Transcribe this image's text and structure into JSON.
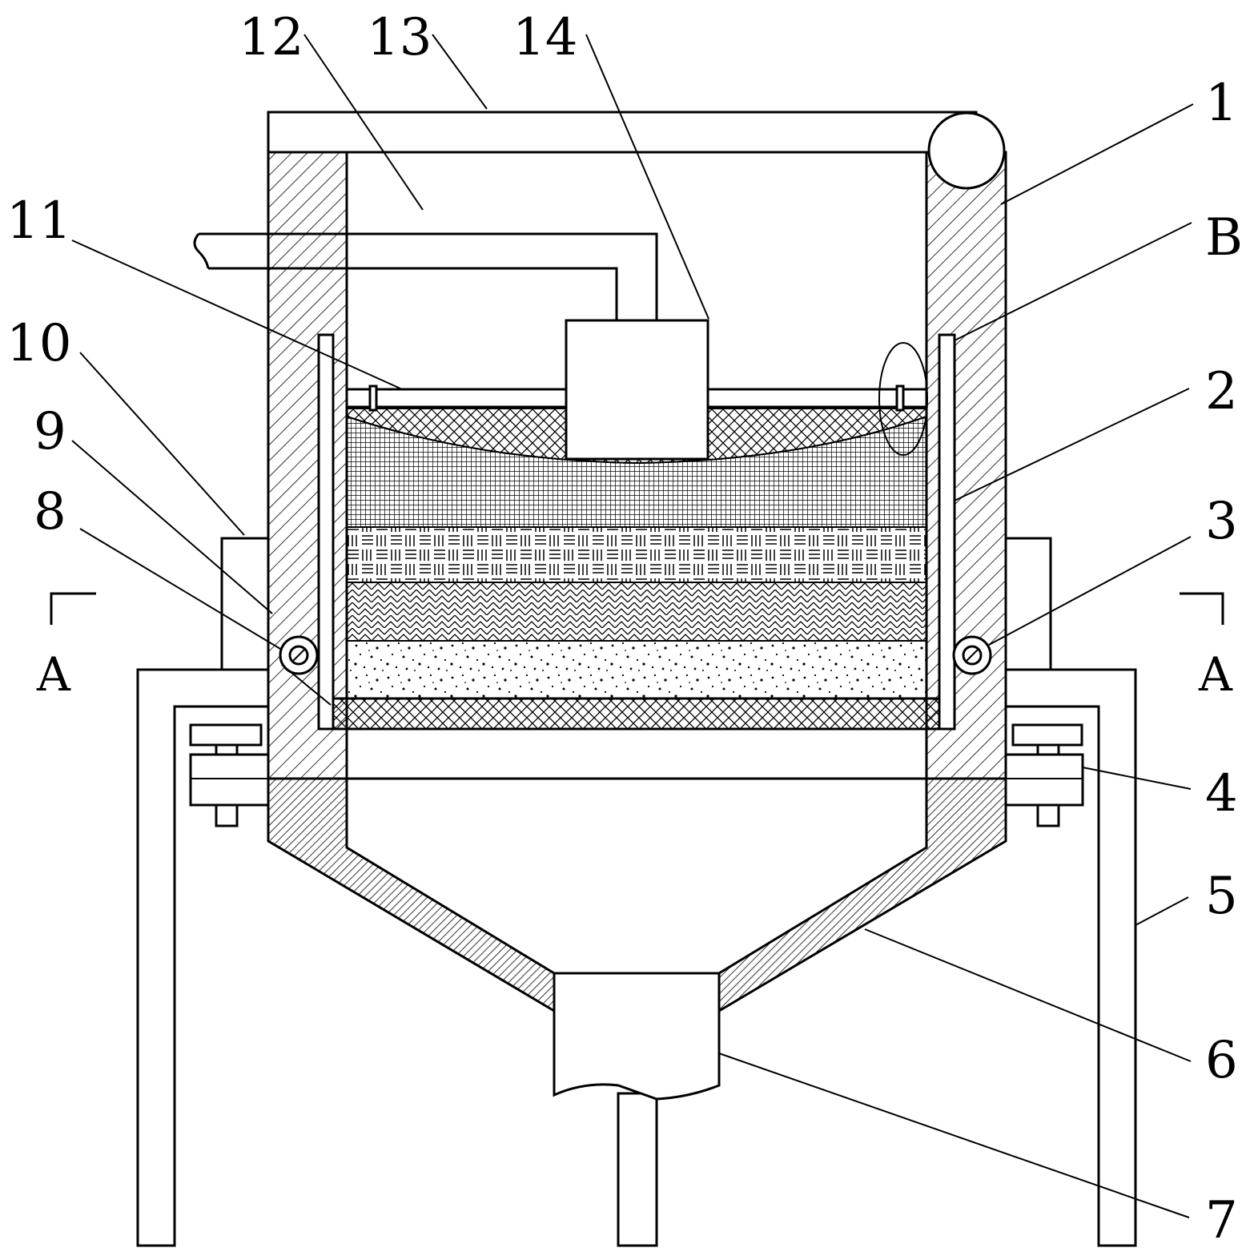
{
  "labels": {
    "l1": "1",
    "l2": "2",
    "l3": "3",
    "l4": "4",
    "l5": "5",
    "l6": "6",
    "l7": "7",
    "l8": "8",
    "l9": "9",
    "l10": "10",
    "l11": "11",
    "l12": "12",
    "l13": "13",
    "l14": "14",
    "lB": "B"
  },
  "section": {
    "left": "A",
    "right": "A"
  }
}
